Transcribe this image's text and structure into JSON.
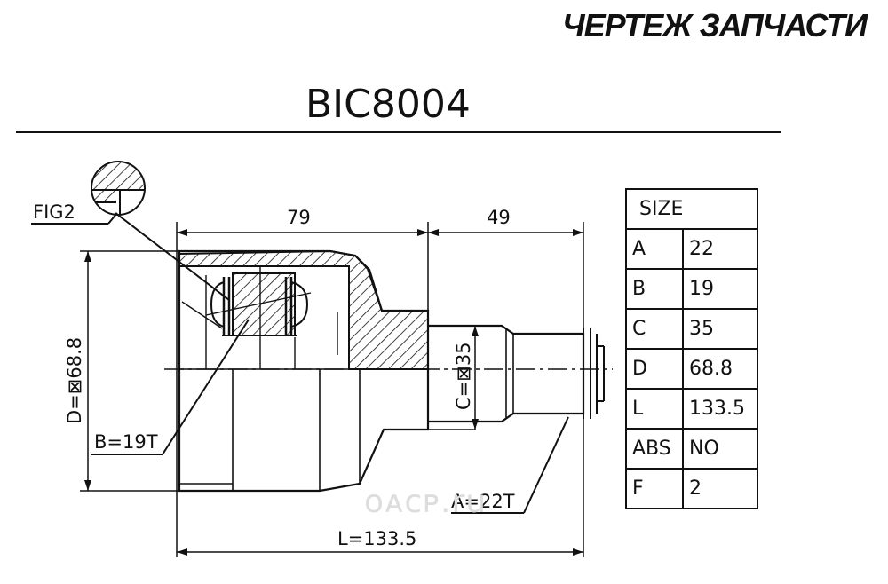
{
  "header": {
    "title": "ЧЕРТЕЖ ЗАПЧАСТИ"
  },
  "part_number": "BIC8004",
  "drawing": {
    "labels": {
      "fig": "FIG2",
      "dim_top_left": "79",
      "dim_top_right": "49",
      "dim_d": "D=⊠68.8",
      "dim_c": "C=⊠35",
      "dim_b": "B=19T",
      "dim_a": "A=22T",
      "dim_l": "L=133.5"
    }
  },
  "size_table": {
    "header": "SIZE",
    "rows": [
      {
        "key": "A",
        "value": "22"
      },
      {
        "key": "B",
        "value": "19"
      },
      {
        "key": "C",
        "value": "35"
      },
      {
        "key": "D",
        "value": "68.8"
      },
      {
        "key": "L",
        "value": "133.5"
      },
      {
        "key": "ABS",
        "value": "NO"
      },
      {
        "key": "F",
        "value": "2"
      }
    ]
  },
  "watermark": "ᴏᴀᴄᴘ.ru"
}
